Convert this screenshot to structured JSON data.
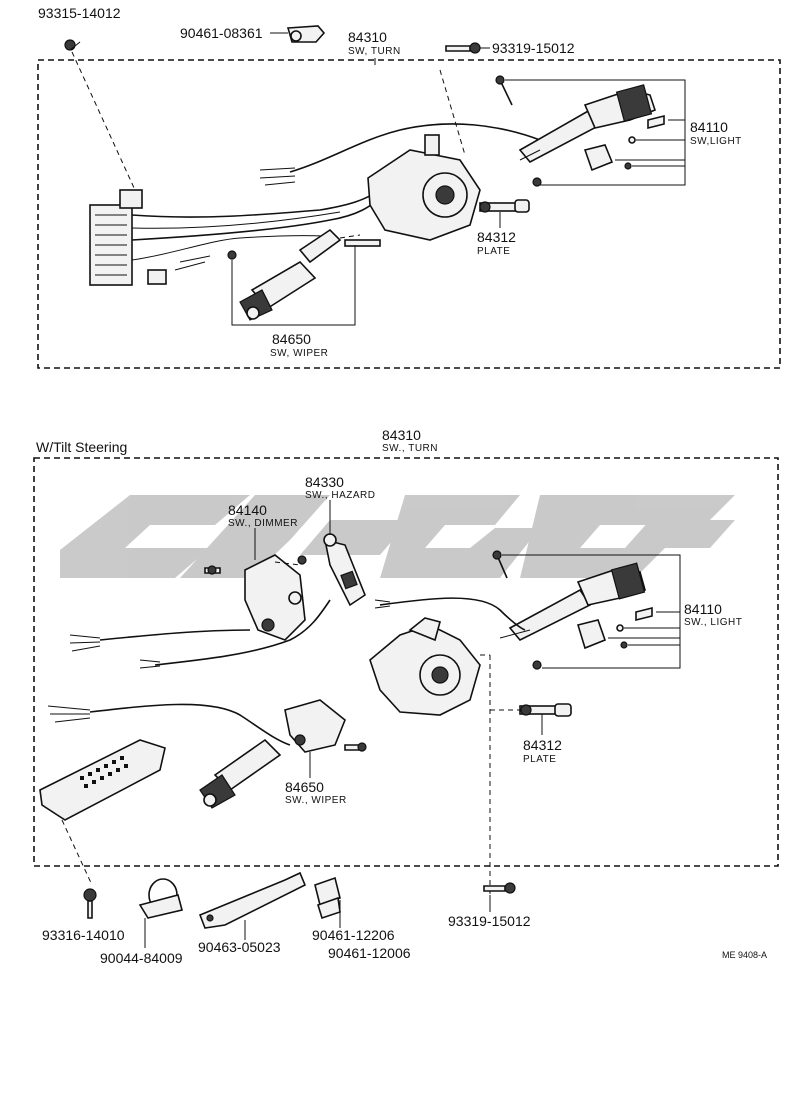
{
  "upper": {
    "labels": {
      "p93315_14012": "93315-14012",
      "p90461_08361": "90461-08361",
      "p84310": "84310",
      "n84310": "SW, TURN",
      "p93319_15012": "93319-15012",
      "p84110": "84110",
      "n84110": "SW,LIGHT",
      "p84312": "84312",
      "n84312": "PLATE",
      "p84650": "84650",
      "n84650": "SW, WIPER"
    }
  },
  "lower": {
    "heading": "W/Tilt Steering",
    "labels": {
      "p84310": "84310",
      "n84310": "SW., TURN",
      "p84330": "84330",
      "n84330": "SW., HAZARD",
      "p84140": "84140",
      "n84140": "SW., DIMMER",
      "p84110": "84110",
      "n84110": "SW., LIGHT",
      "p84312": "84312",
      "n84312": "PLATE",
      "p84650": "84650",
      "n84650": "SW., WIPER",
      "p93316_14010": "93316-14010",
      "p90044_84009": "90044-84009",
      "p90463_05023": "90463-05023",
      "p90461_12206": "90461-12206",
      "p90461_12006": "90461-12006",
      "p93319_15012": "93319-15012"
    }
  },
  "figure_code": "ME 9408-A",
  "colors": {
    "ink": "#111111",
    "watermark": "#c4c4c4"
  }
}
